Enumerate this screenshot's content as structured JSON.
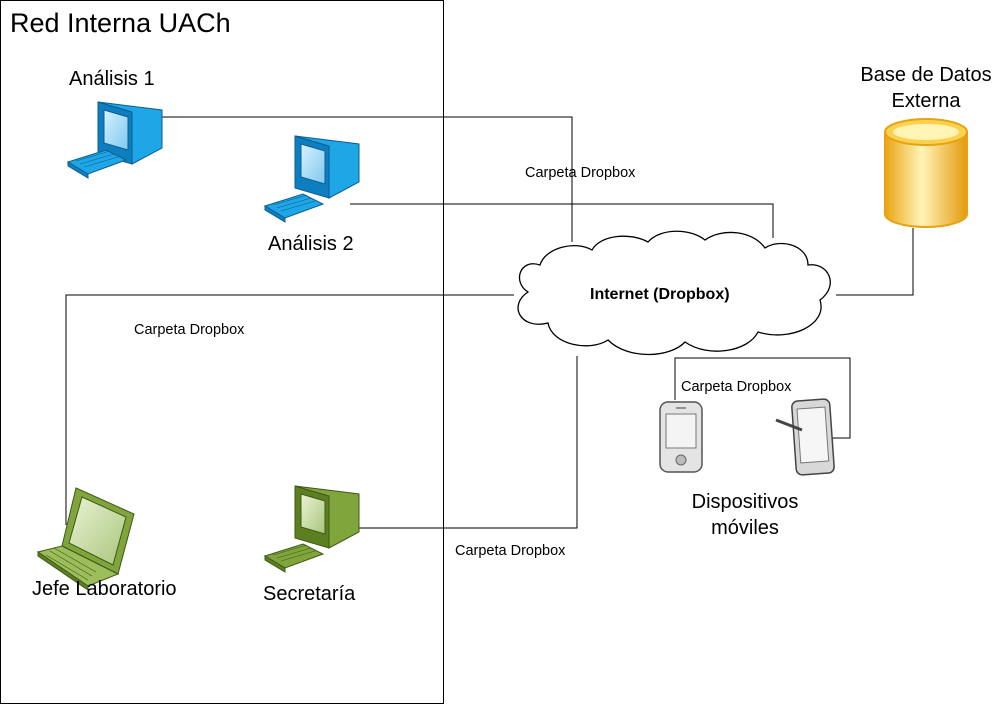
{
  "network": {
    "title": "Red Interna UACh"
  },
  "nodes": {
    "analisis1": {
      "label": "Análisis 1",
      "icon": "desktop-computer-icon"
    },
    "analisis2": {
      "label": "Análisis 2",
      "icon": "desktop-computer-icon"
    },
    "jefe": {
      "label": "Jefe Laboratorio",
      "icon": "laptop-icon"
    },
    "secretaria": {
      "label": "Secretaría",
      "icon": "desktop-computer-icon"
    },
    "internet": {
      "label": "Internet (Dropbox)",
      "icon": "cloud-icon"
    },
    "database": {
      "line1": "Base de Datos",
      "line2": "Externa",
      "icon": "database-cylinder-icon"
    },
    "mobile": {
      "line1": "Dispositivos",
      "line2": "móviles",
      "icons": [
        "smartphone-icon",
        "tablet-icon"
      ]
    }
  },
  "links": {
    "top": "Carpeta Dropbox",
    "left": "Carpeta Dropbox",
    "bottom": "Carpeta Dropbox",
    "mobile": "Carpeta Dropbox"
  },
  "colors": {
    "blue_pc": "#1ea6e6",
    "blue_dark": "#0b5f8f",
    "green_pc": "#7fa53c",
    "green_dark": "#3f5a16",
    "db_fill": "#f6c63a",
    "db_light": "#fff2b0"
  }
}
